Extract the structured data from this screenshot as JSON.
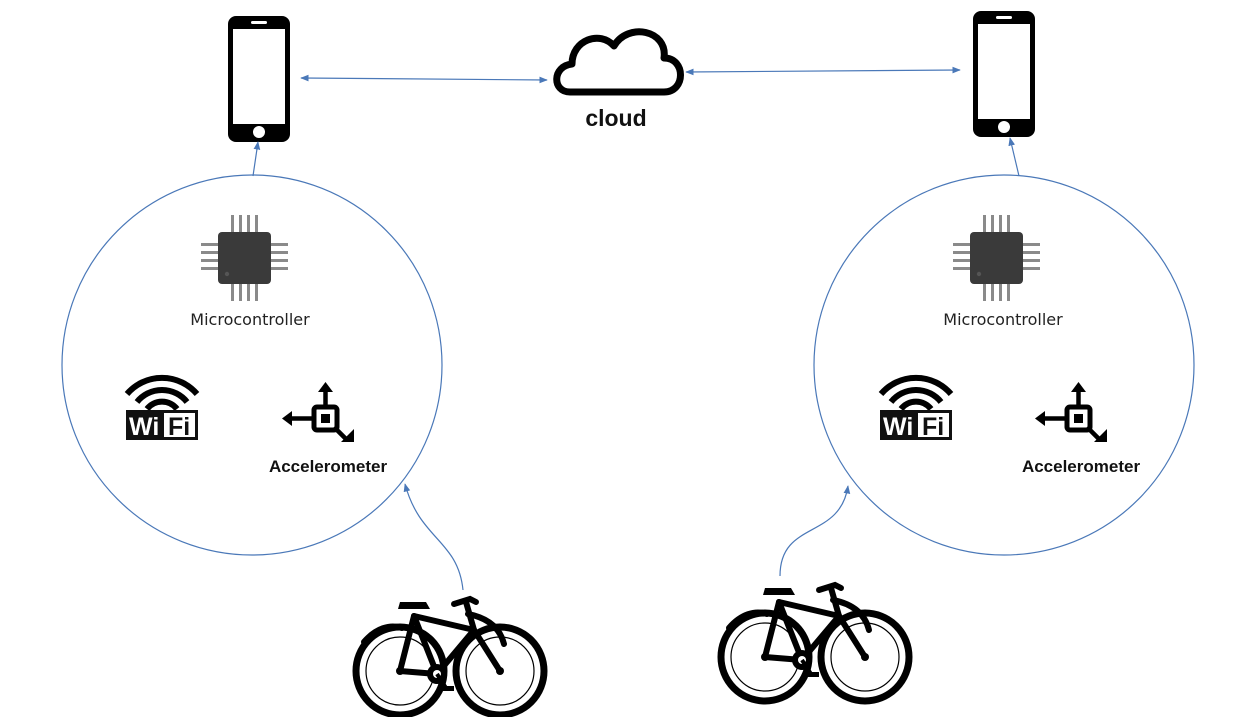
{
  "cloud": {
    "label": "cloud"
  },
  "nodes": [
    {
      "microcontroller_label": "Microcontroller",
      "wifi_label_left": "Wi",
      "wifi_label_right": "Fi",
      "accelerometer_label": "Accelerometer"
    },
    {
      "microcontroller_label": "Microcontroller",
      "wifi_label_left": "Wi",
      "wifi_label_right": "Fi",
      "accelerometer_label": "Accelerometer"
    }
  ],
  "colors": {
    "link": "#4a78b8",
    "icon": "#000000",
    "chip_body": "#3a3a3a",
    "chip_pins": "#8a8a8a"
  },
  "icons": [
    "smartphone-icon",
    "cloud-icon",
    "chip-icon",
    "wifi-icon",
    "accelerometer-icon",
    "bicycle-icon"
  ]
}
